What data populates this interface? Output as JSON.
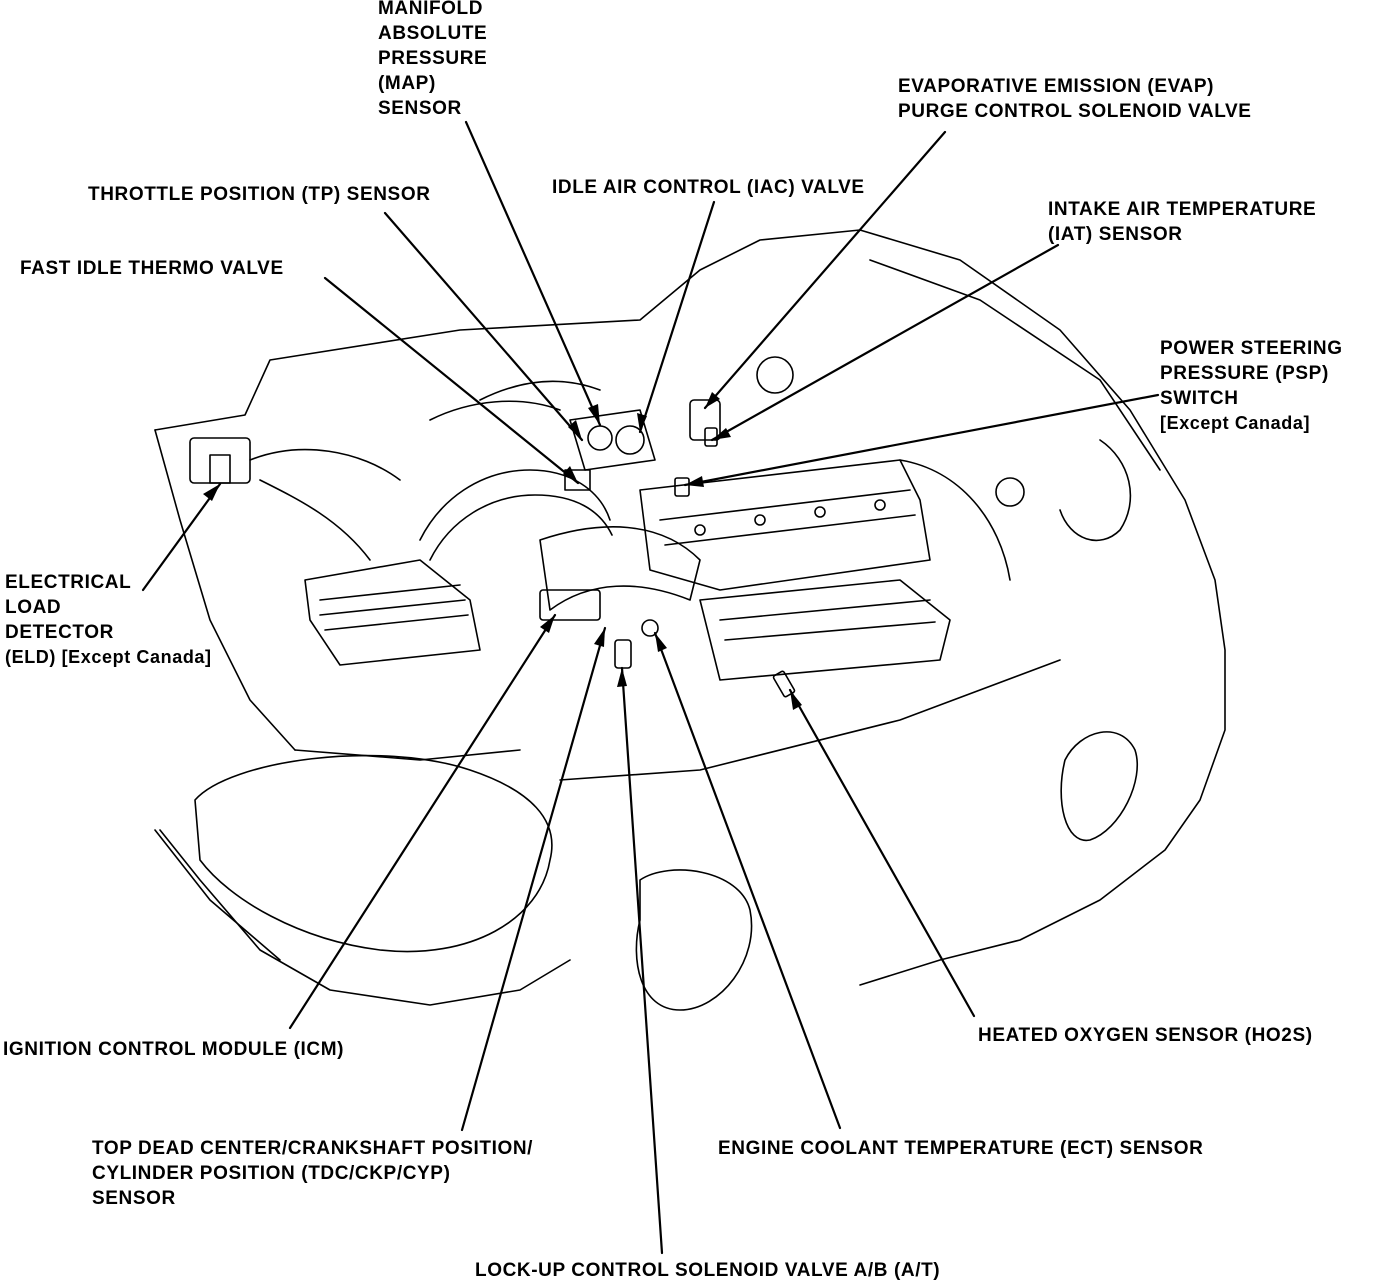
{
  "labels": {
    "map": [
      "MANIFOLD",
      "ABSOLUTE",
      "PRESSURE",
      "(MAP)",
      "SENSOR"
    ],
    "evap": [
      "EVAPORATIVE EMISSION (EVAP)",
      "PURGE CONTROL SOLENOID VALVE"
    ],
    "tp": "THROTTLE POSITION (TP) SENSOR",
    "iac": "IDLE AIR CONTROL (IAC) VALVE",
    "iat": [
      "INTAKE AIR TEMPERATURE",
      "(IAT) SENSOR"
    ],
    "fitv": "FAST IDLE THERMO VALVE",
    "psp": [
      "POWER STEERING",
      "PRESSURE (PSP)",
      "SWITCH",
      "[Except Canada]"
    ],
    "eld": [
      "ELECTRICAL",
      "LOAD",
      "DETECTOR",
      "(ELD) [Except Canada]"
    ],
    "icm": "IGNITION CONTROL MODULE (ICM)",
    "ho2s": "HEATED OXYGEN SENSOR (HO2S)",
    "tdc": [
      "TOP DEAD CENTER/CRANKSHAFT POSITION/",
      "CYLINDER POSITION (TDC/CKP/CYP)",
      "SENSOR"
    ],
    "ect": "ENGINE COOLANT TEMPERATURE (ECT) SENSOR",
    "lockup": "LOCK-UP CONTROL SOLENOID VALVE A/B (A/T)"
  },
  "colors": {
    "ink": "#000000",
    "paper": "#ffffff"
  }
}
